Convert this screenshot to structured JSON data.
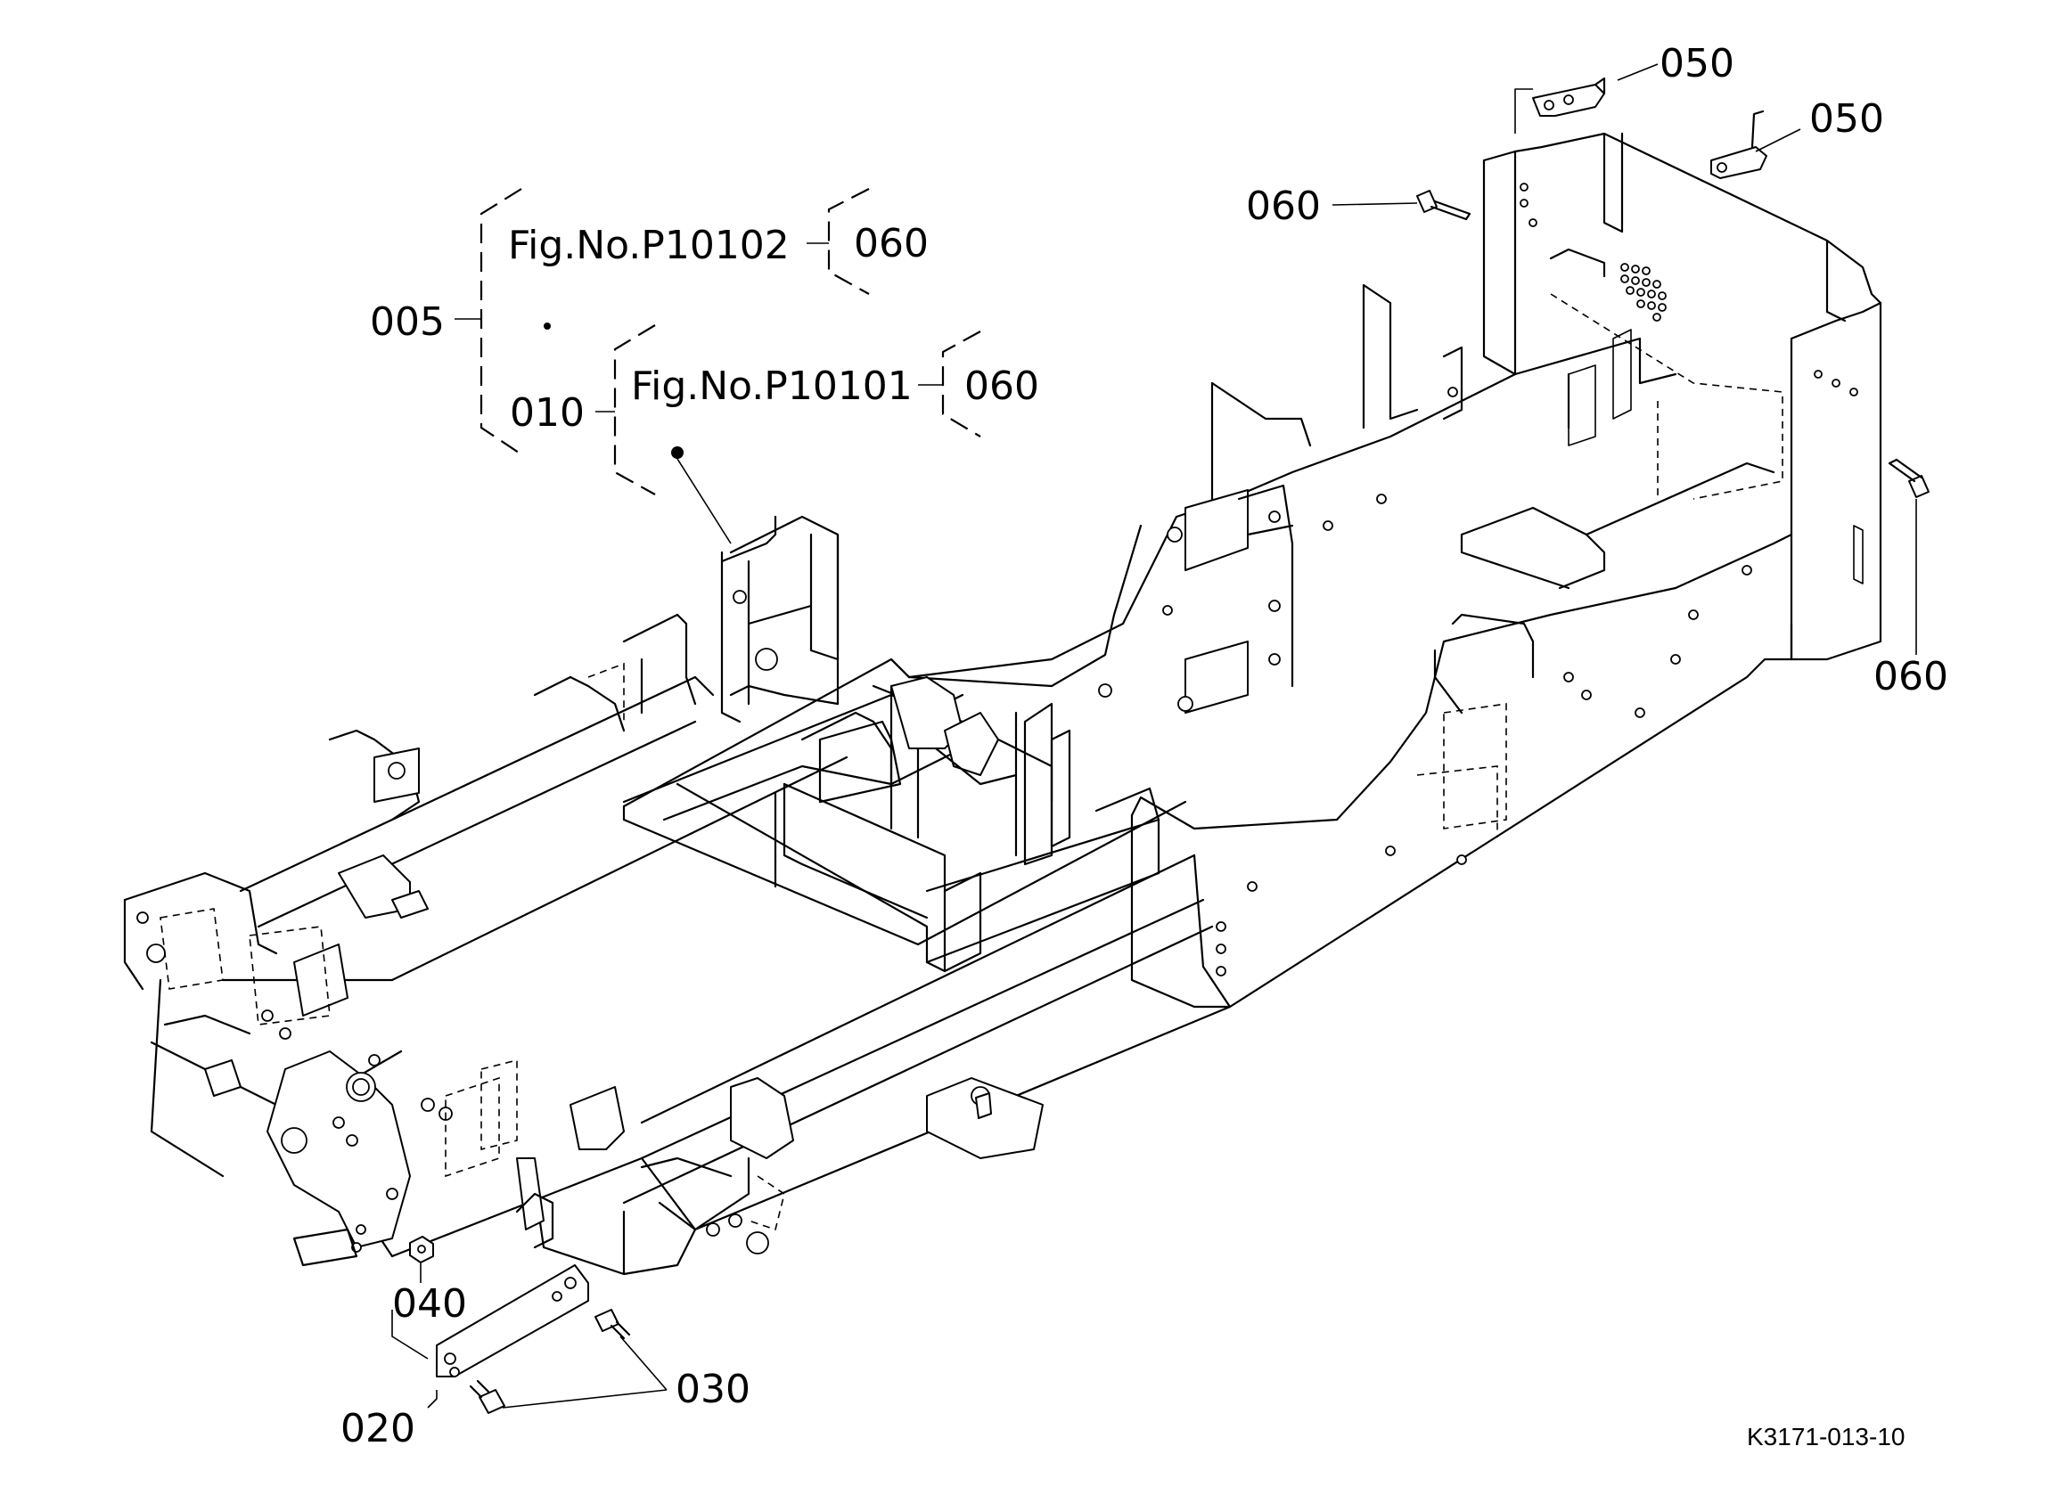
{
  "callouts": {
    "c005": "005",
    "c010": "010",
    "c020": "020",
    "c030": "030",
    "c040": "040",
    "c050_a": "050",
    "c050_b": "050",
    "c060_left": "060",
    "c060_right": "060",
    "c060_fig1": "060",
    "c060_fig2": "060"
  },
  "figure_refs": {
    "upper": "Fig.No.P10102",
    "lower": "Fig.No.P10101"
  },
  "drawing_code": "K3171-013-10"
}
